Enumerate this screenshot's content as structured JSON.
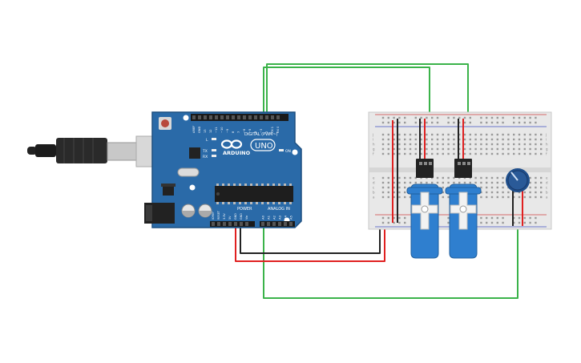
{
  "board": {
    "logo_text": "ARDUINO",
    "model_text": "UNO",
    "digital_header_label": "DIGITAL (PWM~)",
    "power_label": "POWER",
    "analog_label": "ANALOG IN",
    "led_l": "L",
    "led_tx": "TX",
    "led_rx": "RX",
    "led_on": "ON",
    "digital_pins": [
      "AREF",
      "GND",
      "13",
      "12",
      "~11",
      "~10",
      "~9",
      "8",
      "7",
      "~6",
      "~5",
      "4",
      "~3",
      "2",
      "TX 1",
      "RX 0"
    ],
    "power_pins": [
      "IOREF",
      "RESET",
      "3.3V",
      "5V",
      "GND",
      "GND",
      "Vin"
    ],
    "analog_pins": [
      "A0",
      "A1",
      "A2",
      "A3",
      "A4",
      "A5"
    ]
  },
  "breadboard": {
    "row_letters_left": [
      "a",
      "b",
      "c",
      "d",
      "e",
      "f",
      "g",
      "h",
      "i",
      "j"
    ],
    "row_letters_right": [
      "j",
      "i",
      "h",
      "g",
      "f",
      "e",
      "d",
      "c",
      "b",
      "a"
    ]
  },
  "components": {
    "usb_cable": "usb-cable",
    "servo_count": 2,
    "potentiometer": "potentiometer"
  },
  "colors": {
    "board_blue": "#2a6aa8",
    "board_edge": "#1d4f80",
    "wire_green": "#3bb34a",
    "wire_red": "#e02020",
    "wire_black": "#222222",
    "servo_blue": "#2f7fcf",
    "breadboard": "#e8e8e8",
    "pot_knob": "#2a5a98"
  }
}
